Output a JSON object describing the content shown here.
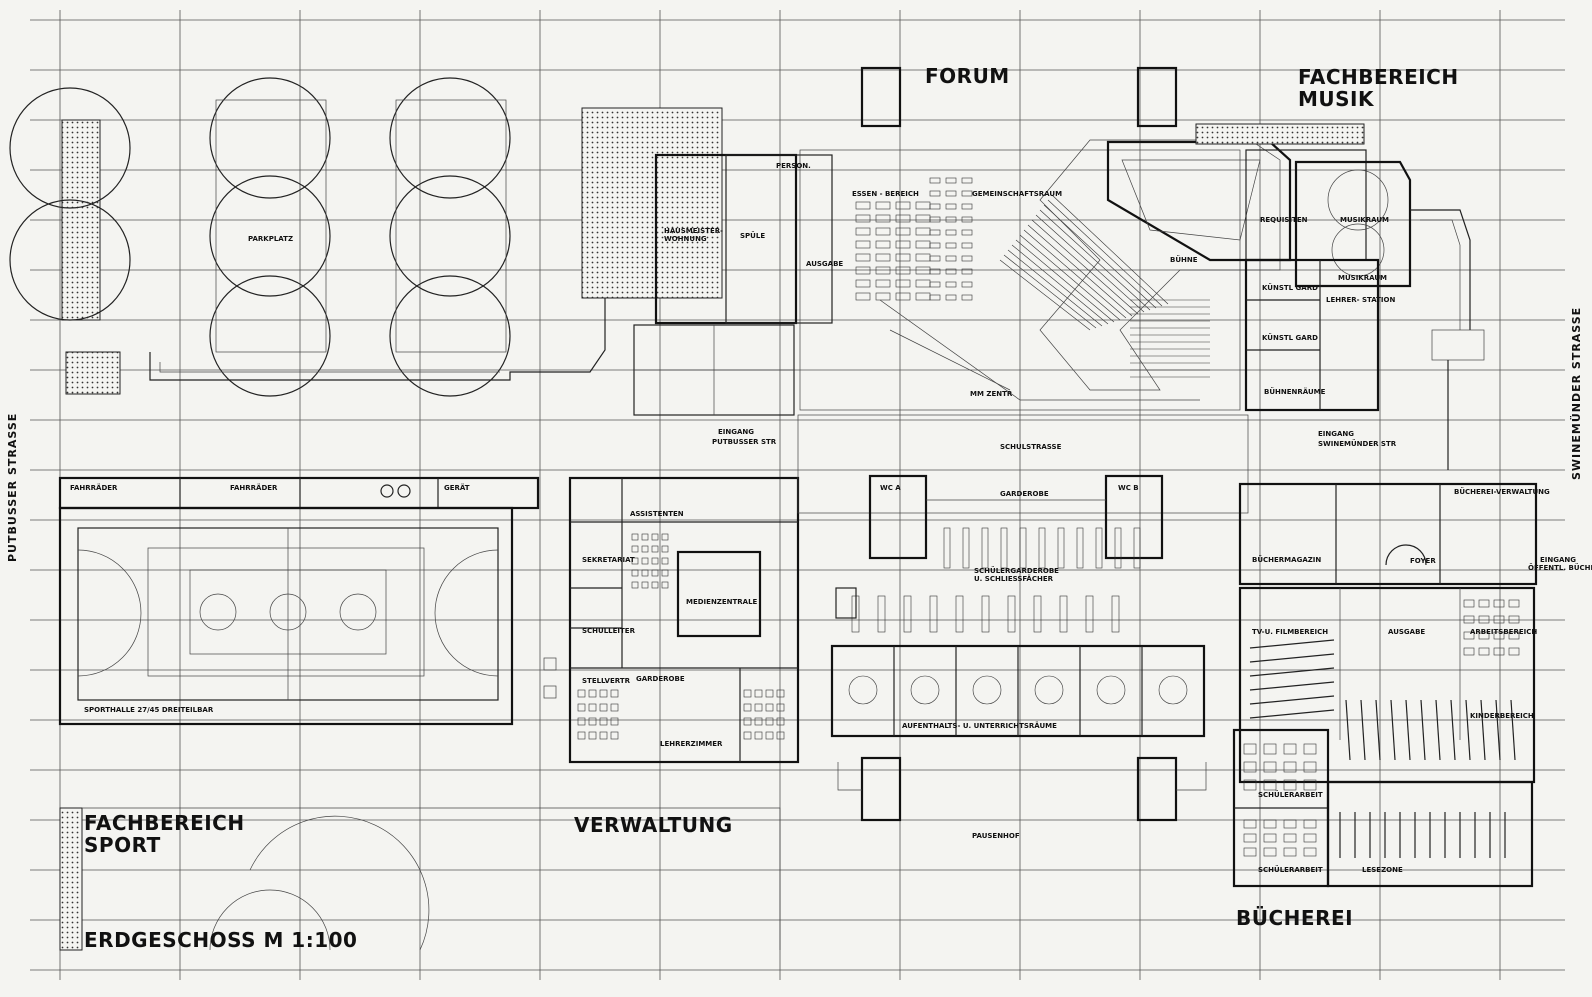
{
  "plan": {
    "title": "ERDGESCHOSS  M 1:100",
    "areas": {
      "forum": "FORUM",
      "musik_1": "FACHBEREICH",
      "musik_2": "MUSIK",
      "sport_1": "FACHBEREICH",
      "sport_2": "SPORT",
      "verwaltung": "VERWALTUNG",
      "buecherei": "BÜCHEREI"
    },
    "streets": {
      "putbusser": "PUTBUSSER  STRASSE",
      "swinemuender": "SWINEMÜNDER  STRASSE"
    },
    "rooms": {
      "parkplatz": "PARKPLATZ",
      "person": "PERSON.",
      "essen": "ESSEN - BEREICH",
      "gemeinschaftsraum": "GEMEINSCHAFTSRAUM",
      "hausmeister_1": "HAUSMEISTER-",
      "hausmeister_2": "WOHNUNG",
      "spuele": "SPÜLE",
      "ausgabe_kueche": "AUSGABE",
      "buehne": "BÜHNE",
      "requisiten": "REQUISITEN",
      "musikraum_1": "MUSIKRAUM",
      "musikraum_2": "MUSIKRAUM",
      "kuenstl_gard_1": "KÜNSTL GARD",
      "kuenstl_gard_2": "KÜNSTL GARD",
      "lehrerstation": "LEHRER- STATION",
      "buehnenraeume": "BÜHNENRÄUME",
      "mm_zentr": "MM ZENTR",
      "schulstrasse": "SCHULSTRASSE",
      "eingang_putbusser_1": "EINGANG",
      "eingang_putbusser_2": "PUTBUSSER STR",
      "eingang_swinemuender_1": "EINGANG",
      "eingang_swinemuender_2": "SWINEMÜNDER STR",
      "fahrraeder_1": "FAHRRÄDER",
      "fahrraeder_2": "FAHRRÄDER",
      "geraet": "GERÄT",
      "sporthalle": "SPORTHALLE  27/45 DREITEILBAR",
      "assistenten": "ASSISTENTEN",
      "sekretariat": "SEKRETARIAT",
      "medienzentrale": "MEDIENZENTRALE",
      "schulleiter": "SCHULLEITER",
      "stellvertr": "STELLVERTR",
      "garderobe_lehrer": "GARDEROBE",
      "lehrerzimmer": "LEHRERZIMMER",
      "wc_a": "WC A",
      "wc_b": "WC B",
      "garderobe": "GARDEROBE",
      "schuelergarderobe_1": "SCHÜLERGARDEROBE",
      "schuelergarderobe_2": "U. SCHLIESSFÄCHER",
      "aufenthaltsraeume": "AUFENTHALTS- U. UNTERRICHTSRÄUME",
      "pausenhof": "PAUSENHOF",
      "buechermagazin": "BÜCHERMAGAZIN",
      "foyer": "FOYER",
      "buechereiverwaltung": "BÜCHEREI-VERWALTUNG",
      "eingang_buecherei_1": "EINGANG",
      "eingang_buecherei_2": "ÖFFENTL. BÜCHEREI",
      "tv_film": "TV-U. FILMBEREICH",
      "ausgabe_buecherei": "AUSGABE",
      "arbeitsbereich": "ARBEITSBEREICH",
      "kinderbereich": "KINDERBEREICH",
      "schuelerarbeit_1": "SCHÜLERARBEIT",
      "schuelerarbeit_2": "SCHÜLERARBEIT",
      "lesezone": "LESEZONE"
    }
  }
}
